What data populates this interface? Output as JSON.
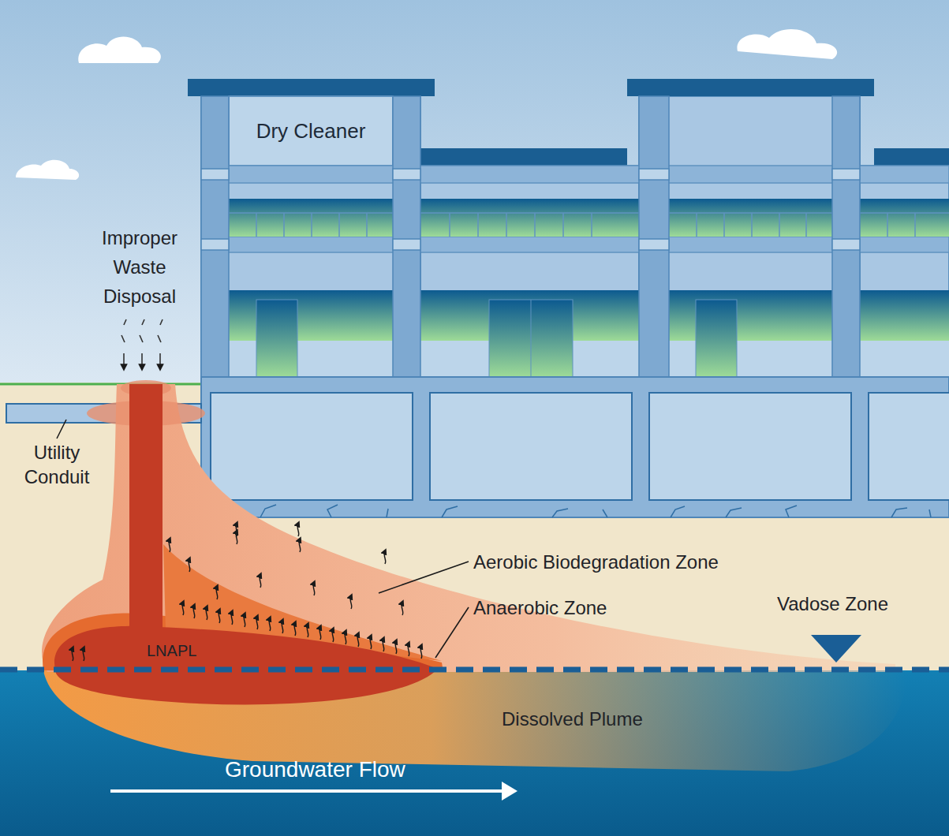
{
  "diagram": {
    "nodes": [
      {
        "text": [
          "Dry Cleaner"
        ]
      }
    ],
    "labels": [
      "Improper Waste Disposal",
      "Utility Conduit",
      "Aerobic Biodegradation Zone",
      "Anaerobic Zone",
      "Vadose Zone",
      "LNAPL",
      "Dissolved Plume",
      "Groundwater Flow"
    ]
  }
}
